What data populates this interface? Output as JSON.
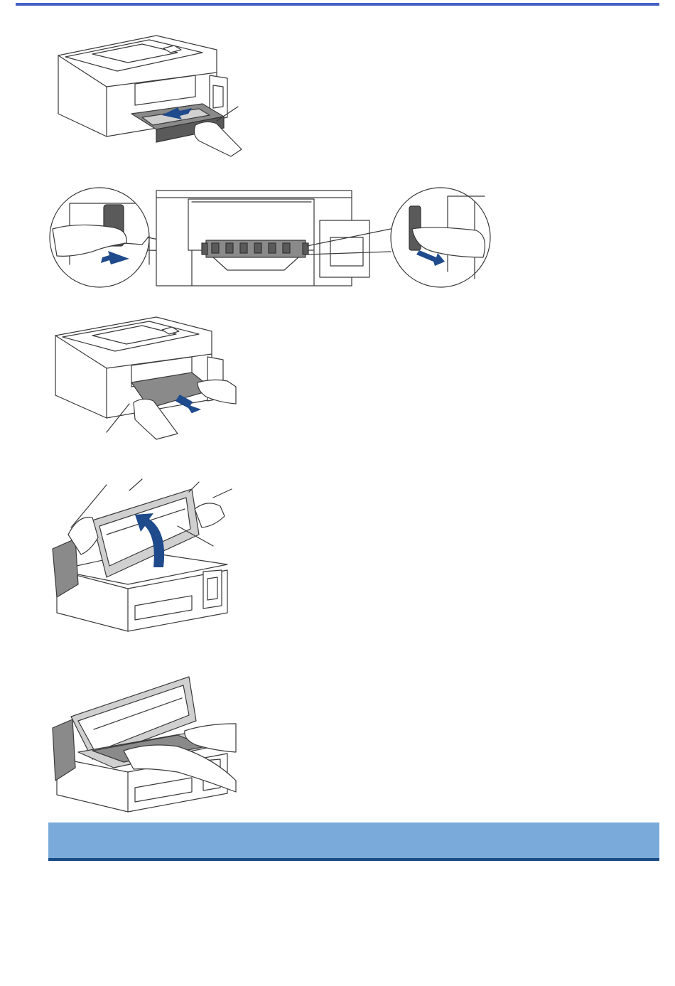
{
  "colors": {
    "top_rule": "#4361c2",
    "note_bar": "#7aaad9",
    "note_bar_line": "#1a4c86",
    "arrow": "#1f4a8c"
  },
  "figures": [
    {
      "id": "step-pull-tray-out",
      "icon": "printer-pull-paper-tray-illustration"
    },
    {
      "id": "step-release-levers",
      "icon": "printer-rear-jam-levers-illustration"
    },
    {
      "id": "step-pull-jammed-paper",
      "icon": "printer-remove-jammed-paper-illustration"
    },
    {
      "id": "step-lift-scanner-cover",
      "icon": "printer-open-scanner-cover-illustration"
    },
    {
      "id": "step-remove-paper-inside",
      "icon": "printer-remove-paper-inside-illustration"
    }
  ]
}
